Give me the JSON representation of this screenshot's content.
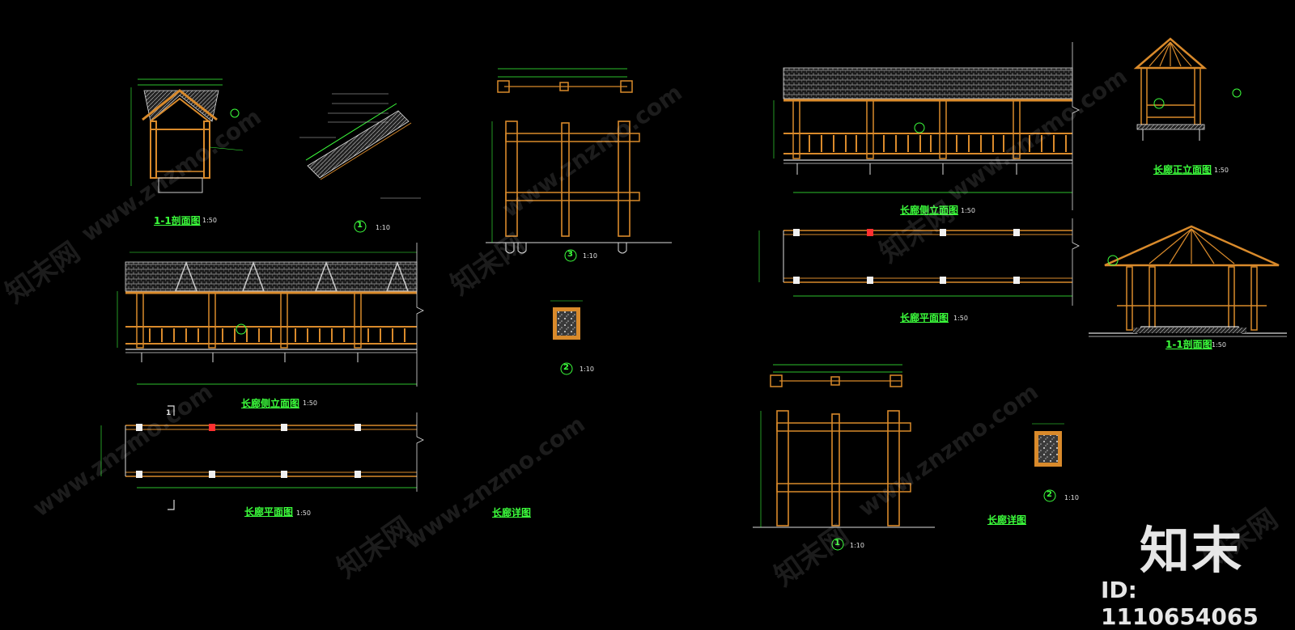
{
  "labels": {
    "section_1_1": "1-1剖面图",
    "section_1_1_scale": "1:50",
    "detail_1_scale_a": "1:10",
    "detail_3_scale": "1:10",
    "detail_2_scale_a": "1:10",
    "side_elev_left": "长廊侧立面图",
    "side_elev_left_scale": "1:50",
    "plan_left": "长廊平面图",
    "plan_left_scale": "1:50",
    "detail_left": "长廊详图",
    "side_elev_right": "长廊侧立面图",
    "side_elev_right_scale": "1:50",
    "front_elev": "长廊正立面图",
    "front_elev_scale": "1:50",
    "plan_right": "长廊平面图",
    "plan_right_scale": "1:50",
    "section_right": "1-1剖面图",
    "section_right_scale": "1:50",
    "detail_1_scale_b": "1:10",
    "detail_2_scale_b": "1:10",
    "detail_right": "长廊详图"
  },
  "markers": {
    "m1": "1",
    "m2": "2",
    "m3": "3",
    "section_cut": "1"
  },
  "watermark": {
    "brand": "知末",
    "id_text": "ID: 1110654065",
    "ghost_cn": "知末网",
    "ghost_url": "www.znzmo.com"
  },
  "colors": {
    "background": "#000000",
    "timber": "#d98a2b",
    "dimension": "#3cff3c",
    "text_red": "#ff3030",
    "line_white": "#e8e8e8",
    "roof_grey": "#b0b0b0"
  }
}
